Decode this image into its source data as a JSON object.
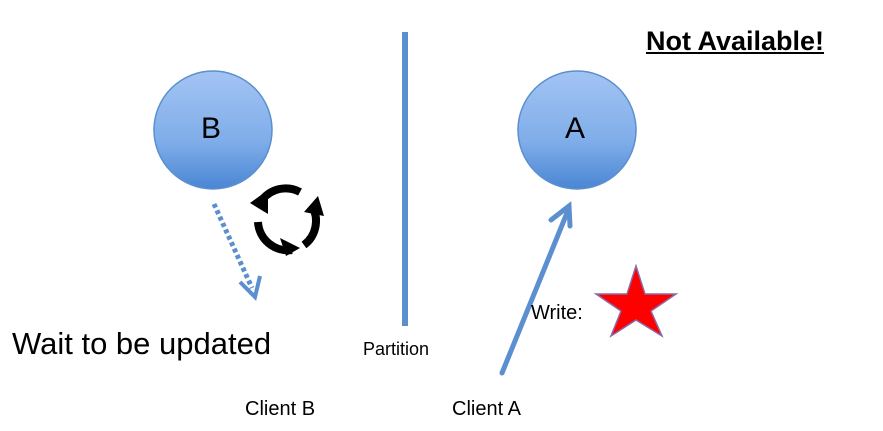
{
  "title": "Not Available!",
  "nodes": {
    "b": "B",
    "a": "A"
  },
  "labels": {
    "wait": "Wait to be updated",
    "partition": "Partition",
    "client_b": "Client B",
    "client_a": "Client A",
    "write": "Write:"
  },
  "colors": {
    "node": "#5b9bd5",
    "arrow": "#4f81bd",
    "star": "#ff0000"
  }
}
